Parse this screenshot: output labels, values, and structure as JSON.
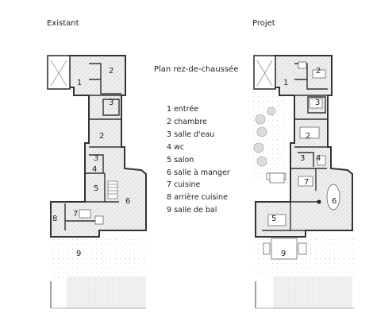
{
  "headings": {
    "existing": "Existant",
    "project": "Projet",
    "plan_title": "Plan rez-de-chaussée"
  },
  "legend": [
    {
      "num": "1",
      "label": "entrée",
      "text": "1 entrée"
    },
    {
      "num": "2",
      "label": "chambre",
      "text": "2 chambre"
    },
    {
      "num": "3",
      "label": "salle d'eau",
      "text": "3 salle d'eau"
    },
    {
      "num": "4",
      "label": "wc",
      "text": "4 wc"
    },
    {
      "num": "5",
      "label": "salon",
      "text": "5 salon"
    },
    {
      "num": "6",
      "label": "salle à manger",
      "text": "6 salle à manger"
    },
    {
      "num": "7",
      "label": "cuisine",
      "text": "7 cuisine"
    },
    {
      "num": "8",
      "label": "arrière cuisine",
      "text": "8 arrière cuisine"
    },
    {
      "num": "9",
      "label": "salle de bal",
      "text": "9 salle de bal"
    }
  ],
  "existing_room_labels": [
    "1",
    "2",
    "3",
    "2",
    "3",
    "4",
    "5",
    "6",
    "8",
    "7",
    "9"
  ],
  "project_room_labels": [
    "1",
    "2",
    "3",
    "2",
    "3",
    "4",
    "7",
    "6",
    "5",
    "9"
  ]
}
